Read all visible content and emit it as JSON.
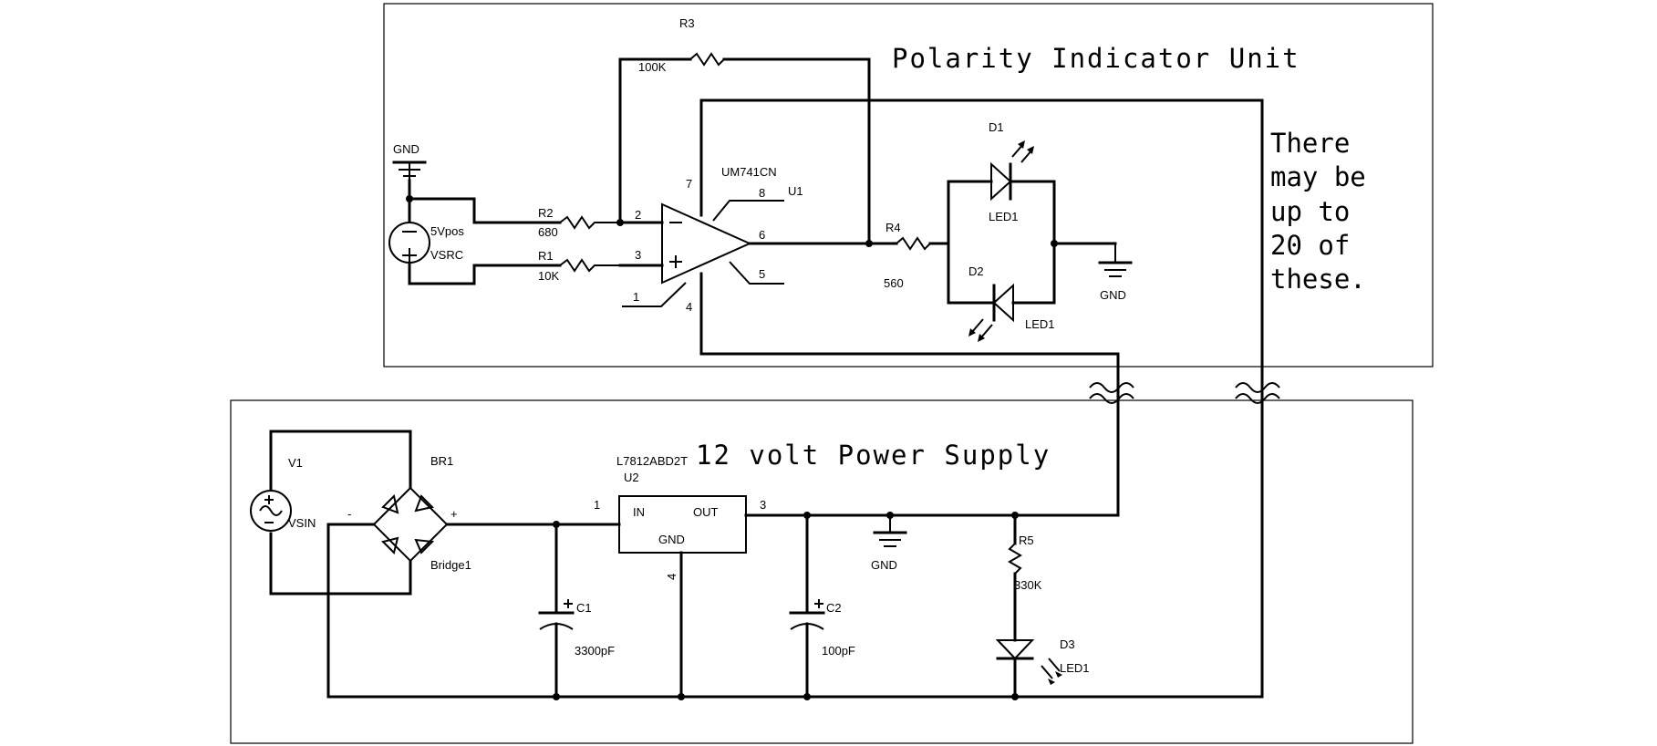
{
  "titles": {
    "polarity_unit": "Polarity Indicator Unit",
    "power_supply": "12 volt Power Supply"
  },
  "note": [
    "There",
    "may be",
    "up to",
    "20 of",
    "these."
  ],
  "components": {
    "gnd_top": "GND",
    "vsrc_value": "5Vpos",
    "vsrc_name": "VSRC",
    "r1_name": "R1",
    "r1_value": "10K",
    "r2_name": "R2",
    "r2_value": "680",
    "r3_name": "R3",
    "r3_value": "100K",
    "r4_name": "R4",
    "r4_value": "560",
    "opamp_part": "UM741CN",
    "opamp_ref": "U1",
    "opamp_pins": {
      "p1": "1",
      "p2": "2",
      "p3": "3",
      "p4": "4",
      "p5": "5",
      "p6": "6",
      "p7": "7",
      "p8": "8"
    },
    "d1_name": "D1",
    "d1_model": "LED1",
    "d2_name": "D2",
    "d2_model": "LED1",
    "gnd_led": "GND",
    "v1_name": "V1",
    "v1_model": "VSIN",
    "br1_name": "BR1",
    "br1_model": "Bridge1",
    "br_minus": "-",
    "br_plus": "+",
    "u2_part": "L7812ABD2T",
    "u2_ref": "U2",
    "u2_in": "IN",
    "u2_out": "OUT",
    "u2_gnd": "GND",
    "u2_pin1": "1",
    "u2_pin3": "3",
    "u2_pin4": "4",
    "c1_name": "C1",
    "c1_value": "3300pF",
    "c2_name": "C2",
    "c2_value": "100pF",
    "gnd_ps": "GND",
    "r5_name": "R5",
    "r5_value": "330K",
    "d3_name": "D3",
    "d3_model": "LED1"
  }
}
